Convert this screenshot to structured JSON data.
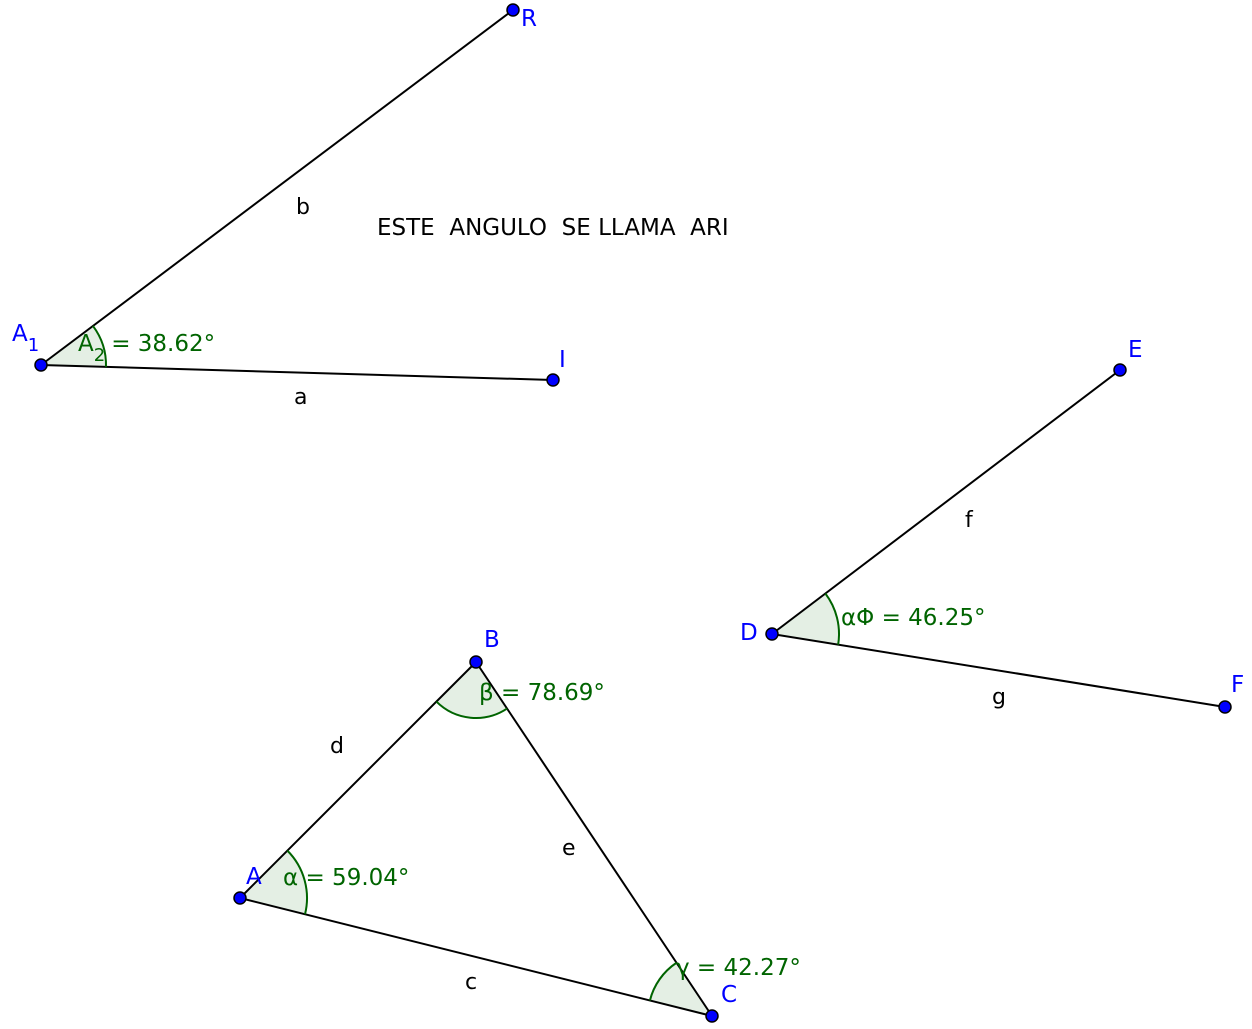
{
  "colors": {
    "point_fill": "#0000ff",
    "point_label": "#0000ff",
    "segment": "#000000",
    "angle": "#006400",
    "angle_fill": "#e4efe4"
  },
  "note": "ESTE  ANGULO  SE LLAMA  ARI",
  "points": {
    "R": {
      "label": "R"
    },
    "A1": {
      "label": "A",
      "sub": "1"
    },
    "I": {
      "label": "I"
    },
    "E": {
      "label": "E"
    },
    "D": {
      "label": "D"
    },
    "F": {
      "label": "F"
    },
    "B": {
      "label": "B"
    },
    "A": {
      "label": "A"
    },
    "C": {
      "label": "C"
    }
  },
  "segments": {
    "b": "b",
    "a": "a",
    "f": "f",
    "g": "g",
    "d": "d",
    "e": "e",
    "c": "c"
  },
  "angles": {
    "ari": {
      "name": "A",
      "sub": "2",
      "value": "= 38.62°"
    },
    "edf": {
      "text": "αΦ = 46.25°"
    },
    "alpha": {
      "text": "α = 59.04°"
    },
    "beta": {
      "text": "β = 78.69°"
    },
    "gamma": {
      "text": "γ = 42.27°"
    }
  }
}
